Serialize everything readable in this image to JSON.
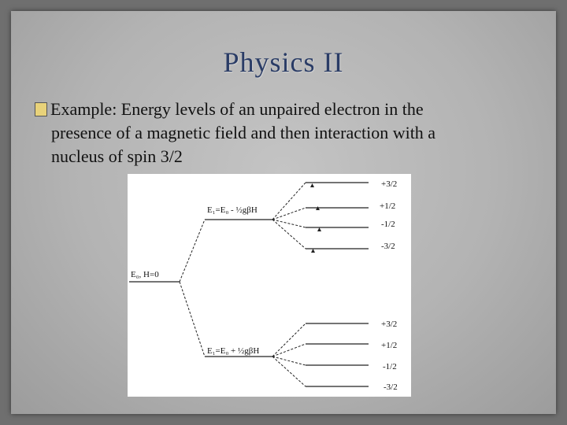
{
  "slide": {
    "title": "Physics II",
    "bullet_line1": "Example: Energy levels of an unpaired electron in the",
    "bullet_line2": "presence of a magnetic field and then interaction with a",
    "bullet_line3": "nucleus of spin 3/2"
  },
  "diagram": {
    "ground_label": "E₀, H=0",
    "upper_level_label": "E₁=E₀ - ½gβH",
    "lower_level_label": "E₁=E₀ + ½gβH",
    "upper_sublevels": [
      "+3/2",
      "+1/2",
      "-1/2",
      "-3/2"
    ],
    "lower_sublevels": [
      "+3/2",
      "+1/2",
      "-1/2",
      "-3/2"
    ]
  }
}
